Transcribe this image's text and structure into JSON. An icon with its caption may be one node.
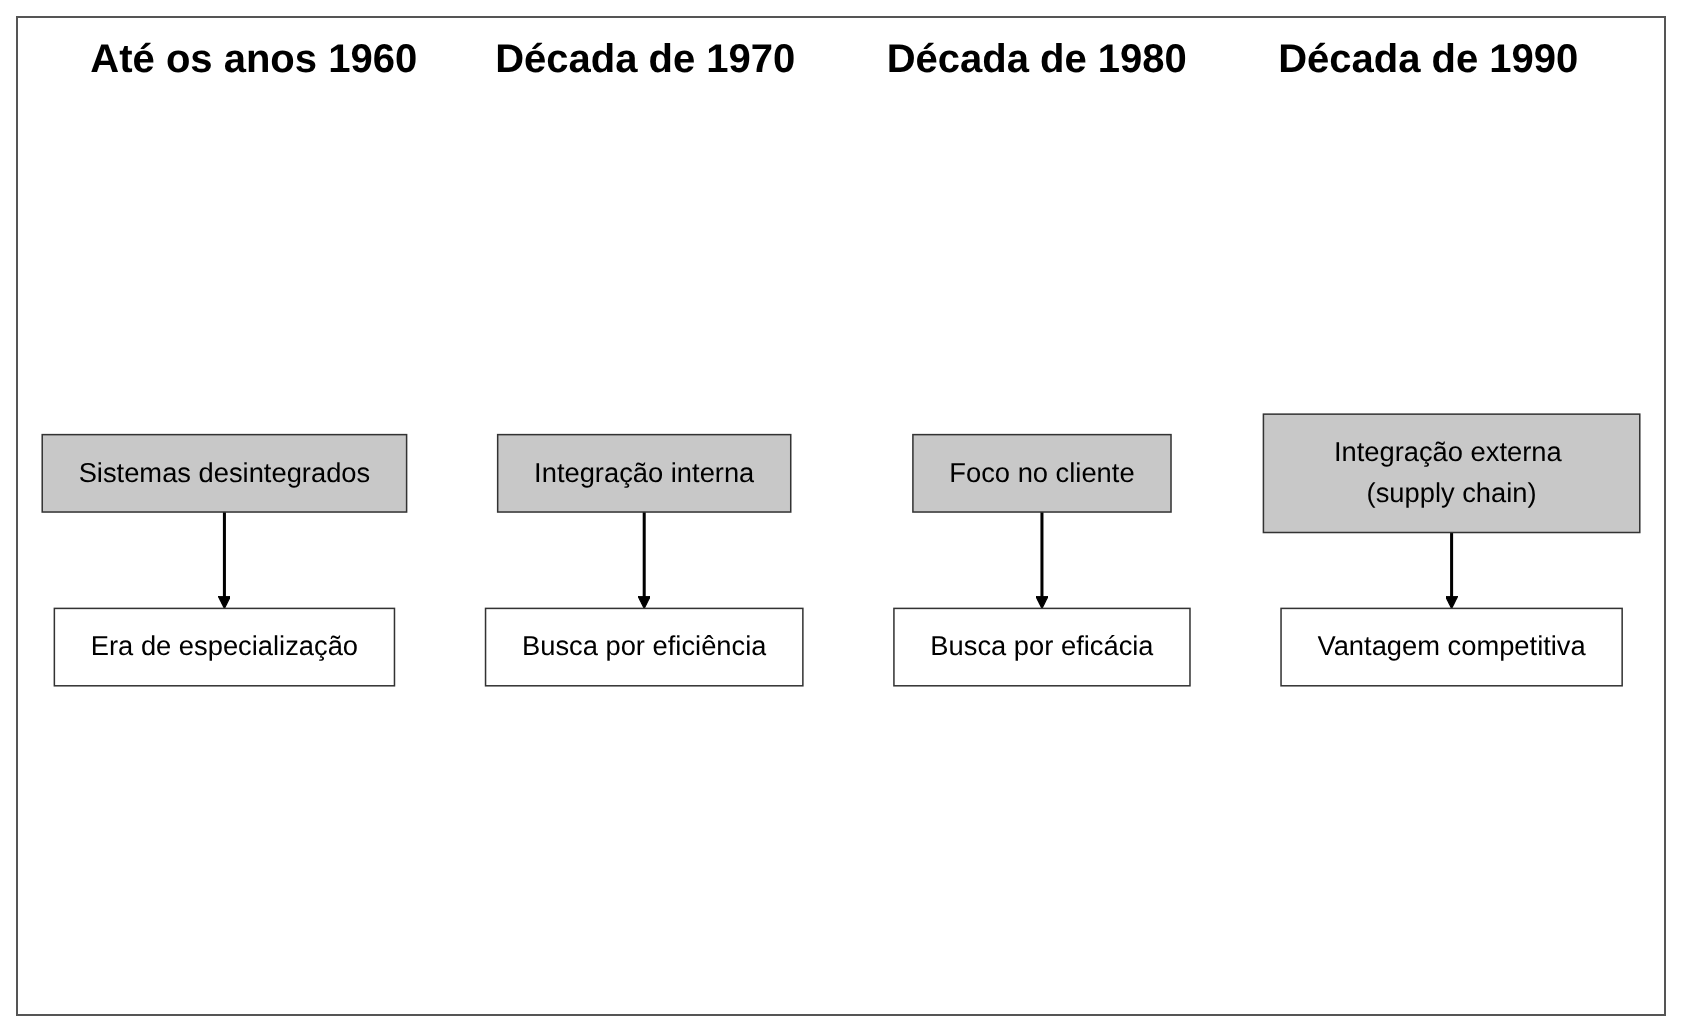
{
  "diagram": {
    "nodes": [
      {
        "text": [
          "Era de especialização"
        ]
      },
      {
        "text": [
          "Sistemas desintegrados"
        ]
      },
      {
        "text": [
          "Busca por eficiência"
        ]
      },
      {
        "text": [
          "Integração interna"
        ]
      },
      {
        "text": [
          "Foco no cliente"
        ]
      },
      {
        "text": [
          "Busca por eficácia"
        ]
      },
      {
        "text": [
          "Integração externa (supply chain)"
        ]
      },
      {
        "text": [
          "Vantagem competitiva"
        ]
      }
    ],
    "edges": [
      {
        "from": 1,
        "to": 0,
        "arrow": "to"
      },
      {
        "from": 3,
        "to": 2,
        "arrow": "to"
      },
      {
        "from": 4,
        "to": 5,
        "arrow": "to"
      },
      {
        "from": 6,
        "to": 7,
        "arrow": "to"
      }
    ],
    "labels": [
      "Até os anos 1960",
      "Década de 1970",
      "Década de 1980",
      "Década de 1990"
    ]
  }
}
